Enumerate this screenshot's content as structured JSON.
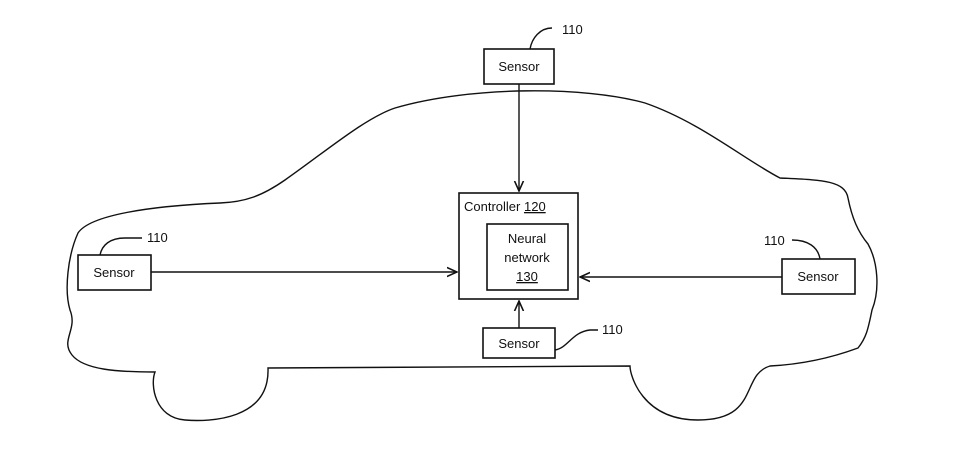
{
  "figure": {
    "sensor_top": {
      "label": "Sensor",
      "ref": "110"
    },
    "sensor_left": {
      "label": "Sensor",
      "ref": "110"
    },
    "sensor_right": {
      "label": "Sensor",
      "ref": "110"
    },
    "sensor_bottom": {
      "label": "Sensor",
      "ref": "110"
    },
    "controller": {
      "label": "Controller",
      "ref": "120"
    },
    "neural_network": {
      "line1": "Neural",
      "line2": "network",
      "ref": "130"
    }
  },
  "colors": {
    "stroke": "#111111",
    "background": "#ffffff"
  }
}
